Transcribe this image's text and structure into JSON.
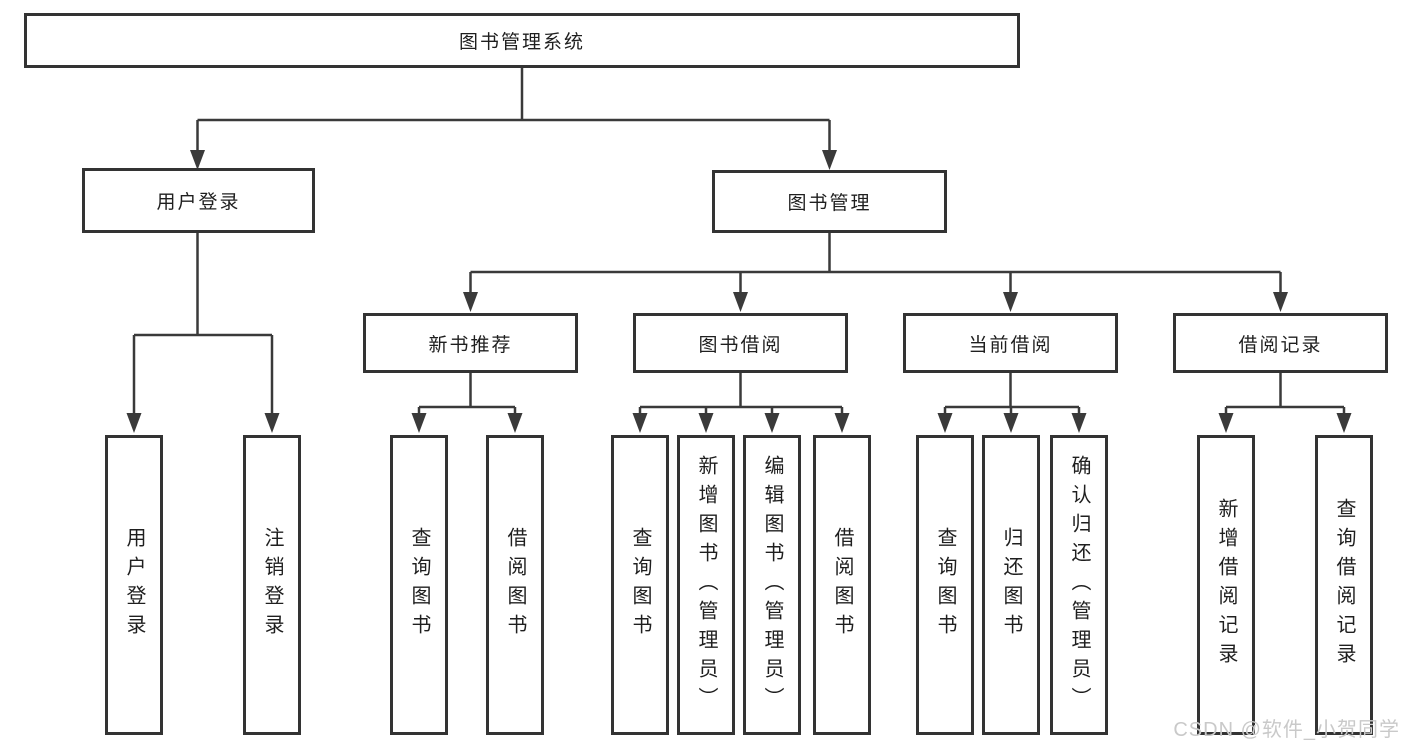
{
  "colors": {
    "line": "#3a3a3a",
    "box_border": "#333333",
    "text": "#1f1f1f",
    "watermark": "#c9c9c9",
    "background": "#ffffff"
  },
  "watermark": "CSDN @软件_小贺同学",
  "tree": {
    "label": "图书管理系统",
    "children": [
      {
        "label": "用户登录",
        "children": [
          {
            "label": "用户登录"
          },
          {
            "label": "注销登录"
          }
        ]
      },
      {
        "label": "图书管理",
        "children": [
          {
            "label": "新书推荐",
            "children": [
              {
                "label": "查询图书"
              },
              {
                "label": "借阅图书"
              }
            ]
          },
          {
            "label": "图书借阅",
            "children": [
              {
                "label": "查询图书"
              },
              {
                "label": "新增图书（管理员）"
              },
              {
                "label": "编辑图书（管理员）"
              },
              {
                "label": "借阅图书"
              }
            ]
          },
          {
            "label": "当前借阅",
            "children": [
              {
                "label": "查询图书"
              },
              {
                "label": "归还图书"
              },
              {
                "label": "确认归还（管理员）"
              }
            ]
          },
          {
            "label": "借阅记录",
            "children": [
              {
                "label": "新增借阅记录"
              },
              {
                "label": "查询借阅记录"
              }
            ]
          }
        ]
      }
    ]
  }
}
